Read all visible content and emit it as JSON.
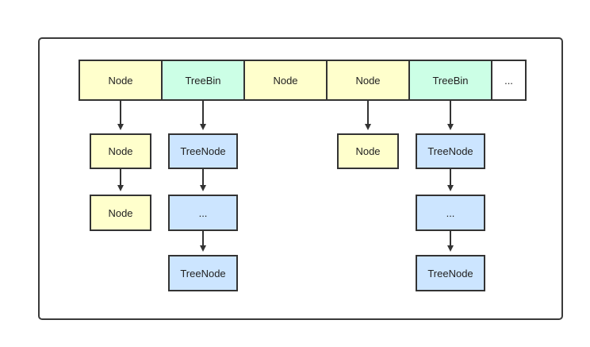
{
  "table": [
    "Node",
    "TreeBin",
    "Node",
    "Node",
    "TreeBin",
    "..."
  ],
  "chains": {
    "col0": [
      "Node",
      "Node"
    ],
    "col1": [
      "TreeNode",
      "...",
      "TreeNode"
    ],
    "col3": [
      "Node"
    ],
    "col4": [
      "TreeNode",
      "...",
      "TreeNode"
    ]
  },
  "colors": {
    "node": "#ffffcc",
    "treebin": "#ccffe6",
    "treenode": "#cce5ff",
    "stroke": "#333333"
  }
}
